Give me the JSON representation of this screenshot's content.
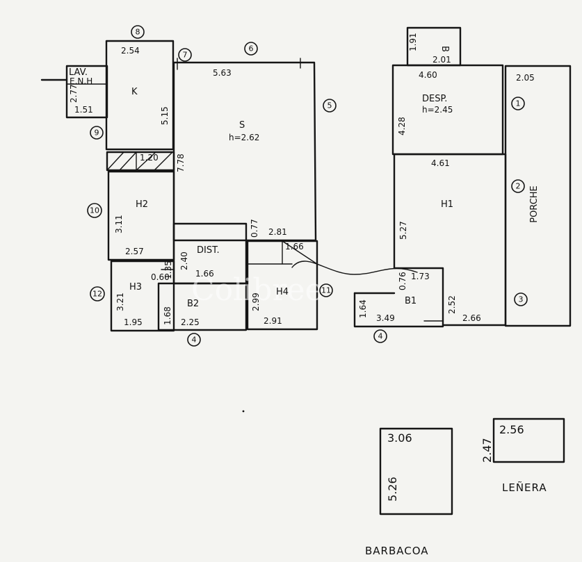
{
  "watermark": "Colibree",
  "rooms": {
    "lav": "LAV.",
    "enh": "E.N.H",
    "k": "K",
    "s": "S",
    "s_height": "h=2.62",
    "h2": "H2",
    "dist": "DIST.",
    "h3": "H3",
    "b2": "B2",
    "h4": "H4",
    "desp": "DESP.",
    "desp_height": "h=2.45",
    "h1": "H1",
    "b1": "B1",
    "b": "B",
    "porche": "PORCHE",
    "barbacoa": "BARBACOA",
    "lenera": "LEÑERA"
  },
  "dimensions": {
    "k_top": "2.54",
    "k_side": "5.15",
    "lav_side": "2.77",
    "lav_bottom": "1.51",
    "s_top": "5.63",
    "s_side": "7.78",
    "passage": "1.20",
    "h2_side": "3.11",
    "h2_bottom": "2.57",
    "dist_side": "2.40",
    "dist_bottom": "1.66",
    "s_small": "0.77",
    "s_bottom": "2.81",
    "h4_top": "1.66",
    "h3_small": "0.60",
    "h3_vert": "1.35",
    "h3_side": "3.21",
    "h3_bottom": "1.95",
    "b2_side": "1.68",
    "b2_bottom": "2.25",
    "h4_side": "2.99",
    "h4_bottom": "2.91",
    "b_side": "1.91",
    "b_bottom": "2.01",
    "desp_top": "4.60",
    "desp_side": "4.28",
    "porche_top": "2.05",
    "h1_top": "4.61",
    "h1_side": "5.27",
    "b1_small": "0.76",
    "b1_top": "1.73",
    "b1_side": "1.64",
    "b1_bottom": "3.49",
    "h1_low_side": "2.52",
    "h1_bottom": "2.66",
    "barbacoa_top": "3.06",
    "barbacoa_side": "5.26",
    "lenera_top": "2.56",
    "lenera_side": "2.47"
  },
  "markers": [
    "8",
    "7",
    "6",
    "5",
    "9",
    "10",
    "12",
    "4",
    "11",
    "4",
    "1",
    "2",
    "3"
  ]
}
